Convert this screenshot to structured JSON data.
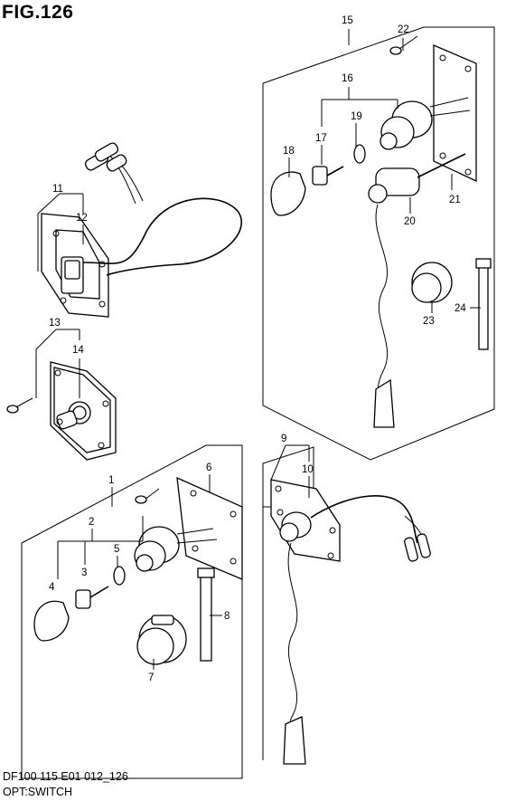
{
  "figure": {
    "title": "FIG.126",
    "footer_code": "DF100 115 E01 012_126",
    "footer_name": "OPT:SWITCH"
  },
  "callouts": [
    {
      "id": "c1",
      "text": "1"
    },
    {
      "id": "c2",
      "text": "2"
    },
    {
      "id": "c3",
      "text": "3"
    },
    {
      "id": "c4",
      "text": "4"
    },
    {
      "id": "c5",
      "text": "5"
    },
    {
      "id": "c6",
      "text": "6"
    },
    {
      "id": "c7",
      "text": "7"
    },
    {
      "id": "c8",
      "text": "8"
    },
    {
      "id": "c9",
      "text": "9"
    },
    {
      "id": "c10",
      "text": "10"
    },
    {
      "id": "c11",
      "text": "11"
    },
    {
      "id": "c12",
      "text": "12"
    },
    {
      "id": "c13",
      "text": "13"
    },
    {
      "id": "c14",
      "text": "14"
    },
    {
      "id": "c15",
      "text": "15"
    },
    {
      "id": "c16",
      "text": "16"
    },
    {
      "id": "c17",
      "text": "17"
    },
    {
      "id": "c18",
      "text": "18"
    },
    {
      "id": "c19",
      "text": "19"
    },
    {
      "id": "c20",
      "text": "20"
    },
    {
      "id": "c21",
      "text": "21"
    },
    {
      "id": "c22",
      "text": "22"
    },
    {
      "id": "c23",
      "text": "23"
    },
    {
      "id": "c24",
      "text": "24"
    }
  ]
}
